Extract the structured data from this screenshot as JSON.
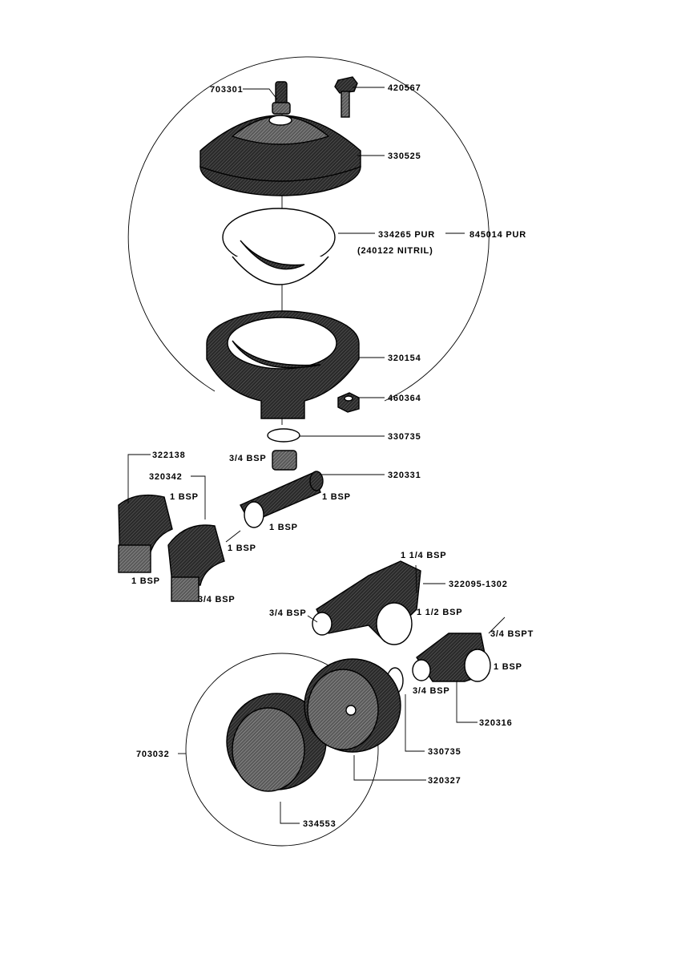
{
  "labels": {
    "p703301": "703301",
    "p420567": "420567",
    "p330525": "330525",
    "p334265": "334265 PUR",
    "p240122": "(240122 NITRIL)",
    "p845014": "845014 PUR",
    "p320154": "320154",
    "p460364": "460364",
    "p330735a": "330735",
    "p322138": "322138",
    "p320342": "320342",
    "p320331": "320331",
    "t_34bsp_a": "3/4 BSP",
    "t_1bsp_a": "1 BSP",
    "t_1bsp_b": "1 BSP",
    "t_1bsp_c": "1 BSP",
    "t_1bsp_d": "1 BSP",
    "t_1bsp_e": "1 BSP",
    "t_34bsp_b": "3/4 BSP",
    "t_114bsp": "1 1/4 BSP",
    "p322095": "322095-1302",
    "t_34bsp_c": "3/4 BSP",
    "t_112bsp": "1 1/2 BSP",
    "t_34bspt": "3/4 BSPT",
    "t_1bsp_f": "1 BSP",
    "t_34bsp_d": "3/4 BSP",
    "p320316": "320316",
    "p703032": "703032",
    "p330735b": "330735",
    "p320327": "320327",
    "p334553": "334553"
  }
}
